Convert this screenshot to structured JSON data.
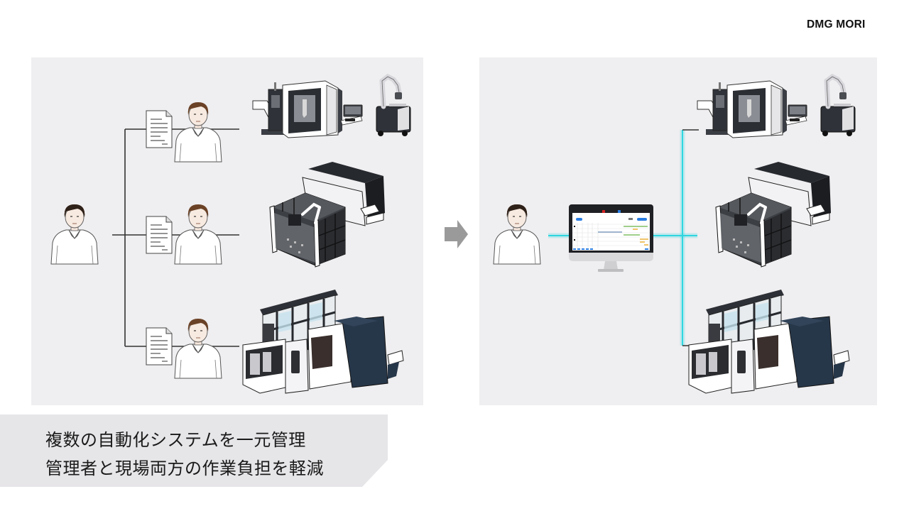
{
  "brand": {
    "logo_text": "DMG MORI"
  },
  "caption": {
    "line1": "複数の自動化システムを一元管理",
    "line2": "管理者と現場両方の作業負担を軽減"
  },
  "diagram": {
    "before": {
      "manager": "person-icon",
      "branches": [
        {
          "document": "document-icon",
          "operator": "person-icon",
          "machine": "machining-center-with-mobile-robot"
        },
        {
          "document": "document-icon",
          "operator": "person-icon",
          "machine": "robot-cell-machine"
        },
        {
          "document": "document-icon",
          "operator": "person-icon",
          "machine": "large-automation-system"
        }
      ]
    },
    "transition": "arrow-right-icon",
    "after": {
      "manager": "person-icon",
      "software": "scheduling-monitor",
      "machines": [
        "machining-center-with-mobile-robot",
        "robot-cell-machine",
        "large-automation-system"
      ]
    },
    "colors": {
      "panel_bg": "#efeef0",
      "connector": "#333333",
      "link_glow": "#2fd6e0",
      "arrow": "#9a9a9a",
      "caption_bg": "#e6e5e8"
    }
  }
}
